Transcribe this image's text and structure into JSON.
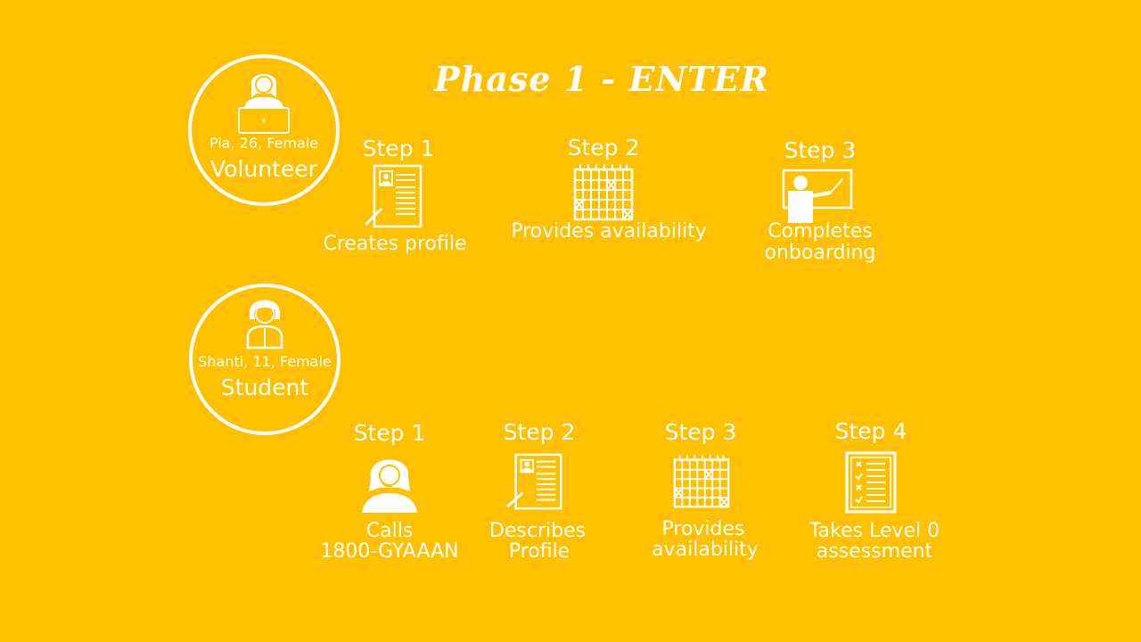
{
  "title": "Phase 1 - ENTER",
  "volunteer": {
    "info": "Pia, 26, Female",
    "role": "Volunteer",
    "icon": "woman-laptop-icon",
    "steps": [
      {
        "label": "Step 1",
        "desc": "Creates profile",
        "icon": "profile-document-icon"
      },
      {
        "label": "Step 2",
        "desc": "Provides availability",
        "icon": "calendar-icon"
      },
      {
        "label": "Step 3",
        "desc": "Completes onboarding",
        "icon": "teacher-board-icon"
      }
    ]
  },
  "student": {
    "info": "Shanti, 11, Female",
    "role": "Student",
    "icon": "girl-icon",
    "steps": [
      {
        "label": "Step 1",
        "desc1": "Calls",
        "desc2": "1800-GYAAAN",
        "icon": "headset-operator-icon"
      },
      {
        "label": "Step 2",
        "desc1": "Describes",
        "desc2": "Profile",
        "icon": "profile-document-icon"
      },
      {
        "label": "Step 3",
        "desc1": "Provides",
        "desc2": "availability",
        "icon": "calendar-icon"
      },
      {
        "label": "Step 4",
        "desc1": "Takes Level 0",
        "desc2": "assessment",
        "icon": "checklist-icon"
      }
    ]
  },
  "colors": {
    "background": "#FFC000",
    "foreground": "#FFFFFF"
  }
}
